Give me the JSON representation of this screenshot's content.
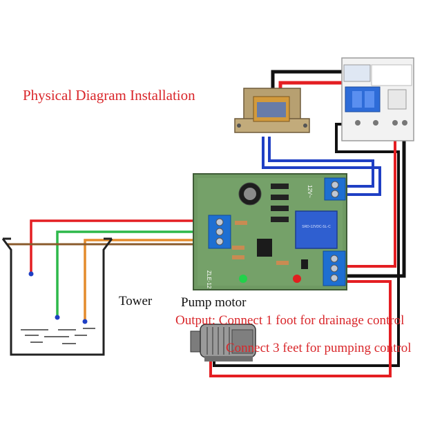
{
  "title": "Physical Diagram Installation",
  "labels": {
    "tower": "Tower",
    "pump_motor": "Pump motor",
    "output_1": "Output: Connect 1 foot for drainage control",
    "output_3": "Connect 3 feet for pumping control"
  },
  "board_marks": {
    "top_terminal": "12V~",
    "bottom_left": "ZLE-12",
    "relay_text": "SRD-12VDC-SL-C"
  },
  "colors": {
    "title": "#d9262a",
    "labels": "#111111",
    "wire_red": "#e41e22",
    "wire_black": "#111111",
    "wire_blue": "#1f3fc4",
    "wire_green": "#2db84a",
    "wire_orange": "#e48b2c",
    "wire_brown": "#8a5a2b",
    "board": "#6f9a63",
    "terminal": "#1e6fd2",
    "relay": "#2f5fd0"
  },
  "icons": [
    "transformer",
    "circuit-breaker",
    "control-board",
    "relay",
    "pump-motor",
    "water-tank",
    "capacitor",
    "led-green",
    "led-red"
  ]
}
